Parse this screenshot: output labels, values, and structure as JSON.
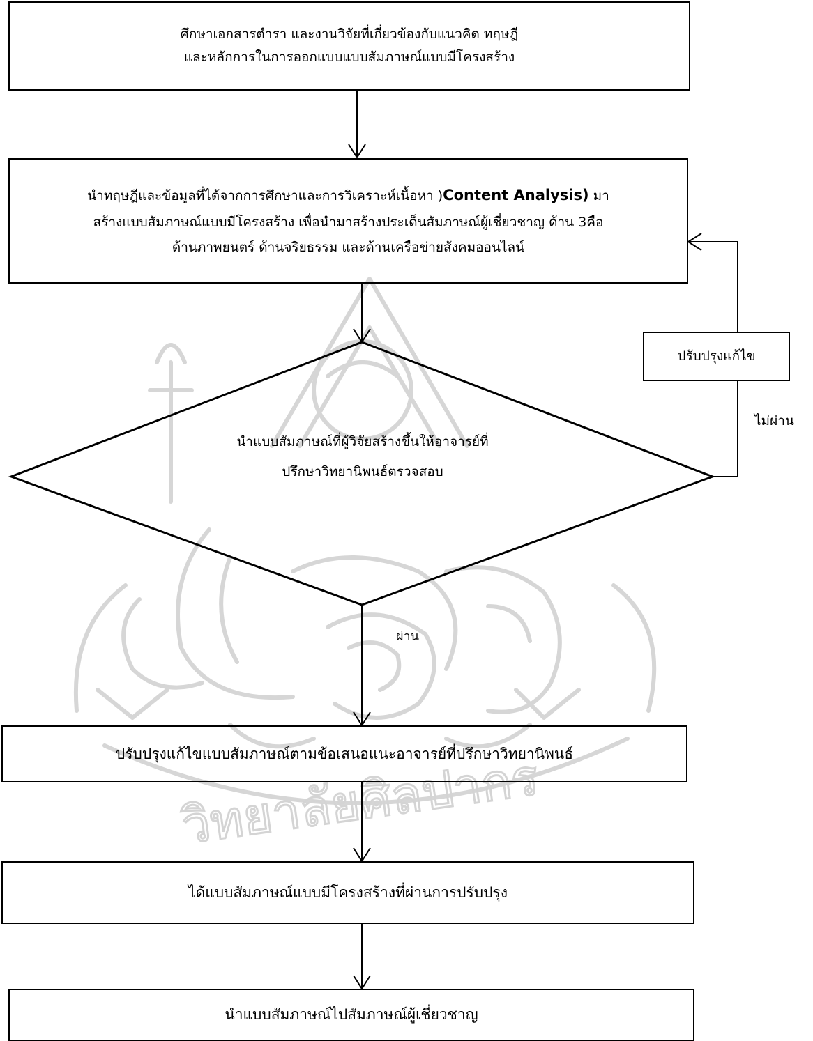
{
  "flowchart": {
    "step1": {
      "line1": "ศึกษาเอกสารตำรา และงานวิจัยที่เกี่ยวข้องกับแนวคิด ทฤษฎี",
      "line2": "และหลักการในการออกแบบแบบสัมภาษณ์แบบมีโครงสร้าง"
    },
    "step2": {
      "line1_pre": "นำทฤษฎีและข้อมูลที่ได้จากการศึกษาและการวิเคราะห์เนื้อหา )",
      "line1_bold": "Content Analysis)",
      "line1_post": " มา",
      "line2": "สร้างแบบสัมภาษณ์แบบมีโครงสร้าง เพื่อนำมาสร้างประเด็นสัมภาษณ์ผู้เชี่ยวชาญ  ด้าน 3คือ",
      "line3": "ด้านภาพยนตร์ ด้านจริยธรรม และด้านเครือข่ายสังคมออนไลน์"
    },
    "decision": {
      "line1": "นำแบบสัมภาษณ์ที่ผู้วิจัยสร้างขึ้นให้อาจารย์ที่",
      "line2": "ปรึกษาวิทยานิพนธ์ตรวจสอบ"
    },
    "revise_box": "ปรับปรุงแก้ไข",
    "fail_label": "ไม่ผ่าน",
    "pass_label": "ผ่าน",
    "step3": "ปรับปรุงแก้ไขแบบสัมภาษณ์ตามข้อเสนอแนะอาจารย์ที่ปรึกษาวิทยานิพนธ์",
    "step4": "ได้แบบสัมภาษณ์แบบมีโครงสร้างที่ผ่านการปรับปรุง",
    "step5": "นำแบบสัมภาษณ์ไปสัมภาษณ์ผู้เชี่ยวชาญ"
  },
  "watermark": {
    "lettering": "วิทยาลัยศิลปากร"
  }
}
